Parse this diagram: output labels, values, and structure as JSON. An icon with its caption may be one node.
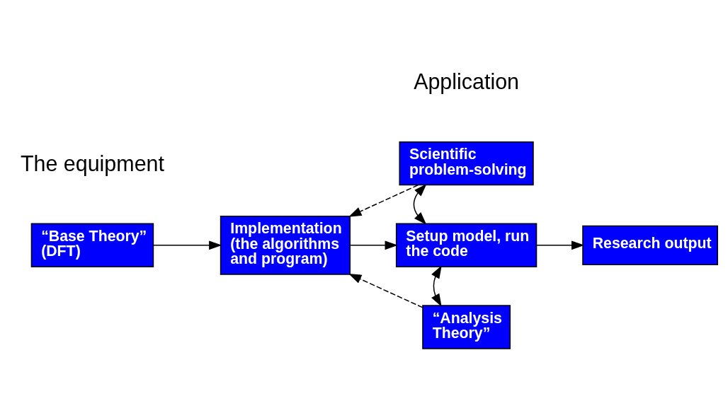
{
  "diagram": {
    "nodes": [
      {
        "text": [
          "“Base Theory” (DFT)"
        ]
      },
      {
        "text": [
          "Implementation (the algorithms and program)"
        ]
      },
      {
        "text": [
          "Scientific problem-solving"
        ]
      },
      {
        "text": [
          "Setup model, run the code"
        ]
      },
      {
        "text": [
          "Research output"
        ]
      },
      {
        "text": [
          "“Analysis Theory”"
        ]
      }
    ],
    "edges": [
      {
        "from": 0,
        "to": 1,
        "arrow": "to"
      },
      {
        "from": 1,
        "to": 3,
        "arrow": "to"
      },
      {
        "from": 3,
        "to": 4,
        "arrow": "to"
      },
      {
        "from": 2,
        "to": 1,
        "arrow": "to",
        "style": "dashed"
      },
      {
        "from": 5,
        "to": 1,
        "arrow": "to",
        "style": "dashed"
      },
      {
        "from": 2,
        "to": 3,
        "arrow": "both"
      },
      {
        "from": 3,
        "to": 5,
        "arrow": "both"
      }
    ],
    "labels": [
      "The equipment",
      "Application"
    ]
  }
}
